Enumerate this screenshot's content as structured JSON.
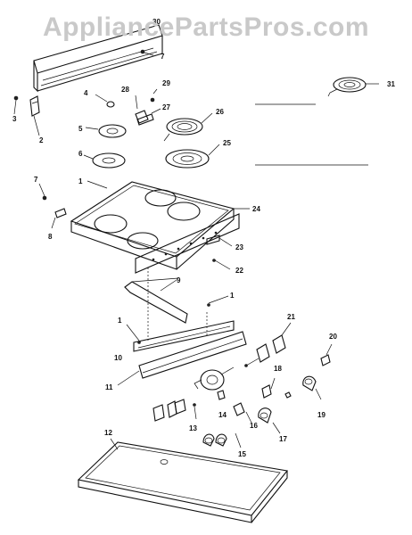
{
  "watermark": "AppliancePartsPros.com",
  "part_numbers": [
    {
      "id": "p1a",
      "text": "1"
    },
    {
      "id": "p1b",
      "text": "1"
    },
    {
      "id": "p1c",
      "text": "1"
    },
    {
      "id": "p2",
      "text": "2"
    },
    {
      "id": "p3",
      "text": "3"
    },
    {
      "id": "p4",
      "text": "4"
    },
    {
      "id": "p5",
      "text": "5"
    },
    {
      "id": "p6",
      "text": "6"
    },
    {
      "id": "p7a",
      "text": "7"
    },
    {
      "id": "p7b",
      "text": "7"
    },
    {
      "id": "p8",
      "text": "8"
    },
    {
      "id": "p9",
      "text": "9"
    },
    {
      "id": "p10",
      "text": "10"
    },
    {
      "id": "p11",
      "text": "11"
    },
    {
      "id": "p12",
      "text": "12"
    },
    {
      "id": "p13",
      "text": "13"
    },
    {
      "id": "p14",
      "text": "14"
    },
    {
      "id": "p15",
      "text": "15"
    },
    {
      "id": "p16",
      "text": "16"
    },
    {
      "id": "p17",
      "text": "17"
    },
    {
      "id": "p18",
      "text": "18"
    },
    {
      "id": "p19",
      "text": "19"
    },
    {
      "id": "p20",
      "text": "20"
    },
    {
      "id": "p21",
      "text": "21"
    },
    {
      "id": "p22",
      "text": "22"
    },
    {
      "id": "p23",
      "text": "23"
    },
    {
      "id": "p24",
      "text": "24"
    },
    {
      "id": "p25",
      "text": "25"
    },
    {
      "id": "p26",
      "text": "26"
    },
    {
      "id": "p27",
      "text": "27"
    },
    {
      "id": "p28",
      "text": "28"
    },
    {
      "id": "p29",
      "text": "29"
    },
    {
      "id": "p30",
      "text": "30"
    },
    {
      "id": "p31",
      "text": "31"
    }
  ]
}
